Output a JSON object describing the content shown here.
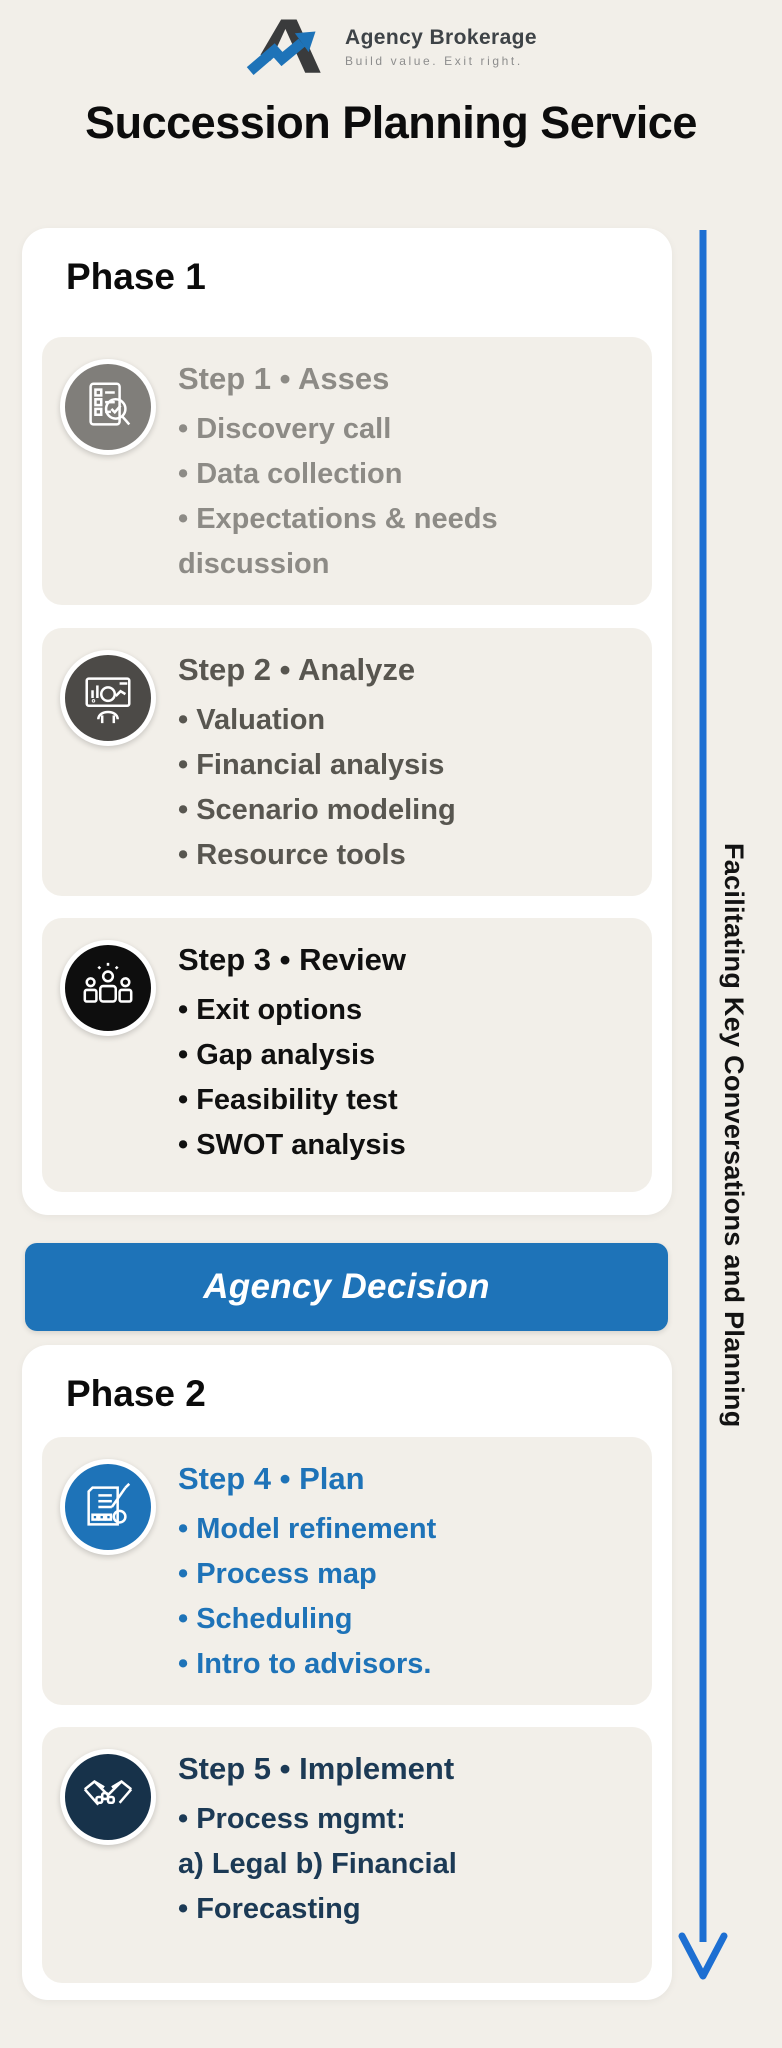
{
  "logo": {
    "name": "Agency Brokerage",
    "tagline": "Build value. Exit right.",
    "mark_icon": "agency-brokerage-a-arrow-logo"
  },
  "title": "Succession Planning Service",
  "arrow_label": "Facilitating Key Conversations and Planning",
  "banner": {
    "label": "Agency Decision"
  },
  "phase1": {
    "label": "Phase 1",
    "steps": [
      {
        "title": "Step 1 • Asses",
        "icon": "checklist-search-icon",
        "circle_color": "#807e7a",
        "text_color": "#8d8b86",
        "lines": [
          "• Discovery call",
          "• Data collection",
          "• Expectations & needs discussion"
        ]
      },
      {
        "title": "Step 2 • Analyze",
        "icon": "presenter-chart-icon",
        "circle_color": "#4c4a47",
        "text_color": "#585650",
        "lines": [
          "• Valuation",
          "• Financial analysis",
          "• Scenario modeling",
          "• Resource tools"
        ]
      },
      {
        "title": "Step 3 • Review",
        "icon": "team-idea-icon",
        "circle_color": "#0e0e0e",
        "text_color": "#101010",
        "lines": [
          "• Exit options",
          "• Gap analysis",
          "• Feasibility test",
          "• SWOT analysis"
        ]
      }
    ]
  },
  "phase2": {
    "label": "Phase 2",
    "steps": [
      {
        "title": "Step 4 • Plan",
        "icon": "plan-pencil-icon",
        "circle_color": "#1e73b8",
        "text_color": "#1e73b8",
        "lines": [
          "• Model refinement",
          "• Process map",
          "• Scheduling",
          "• Intro to advisors."
        ]
      },
      {
        "title": "Step 5 • Implement",
        "icon": "handshake-icon",
        "circle_color": "#17324a",
        "text_color": "#1c3a55",
        "lines": [
          "• Process mgmt:",
          "a) Legal b) Financial",
          "• Forecasting"
        ]
      }
    ]
  },
  "colors": {
    "background": "#f2efe9",
    "phase_card": "#ffffff",
    "step_card": "#f2efe9",
    "banner_blue": "#1e73b8",
    "flow_arrow_blue": "#1d6fd2",
    "logo_dark": "#3a3b3c",
    "logo_blue": "#1e73b8",
    "title_black": "#0c0c0c"
  }
}
